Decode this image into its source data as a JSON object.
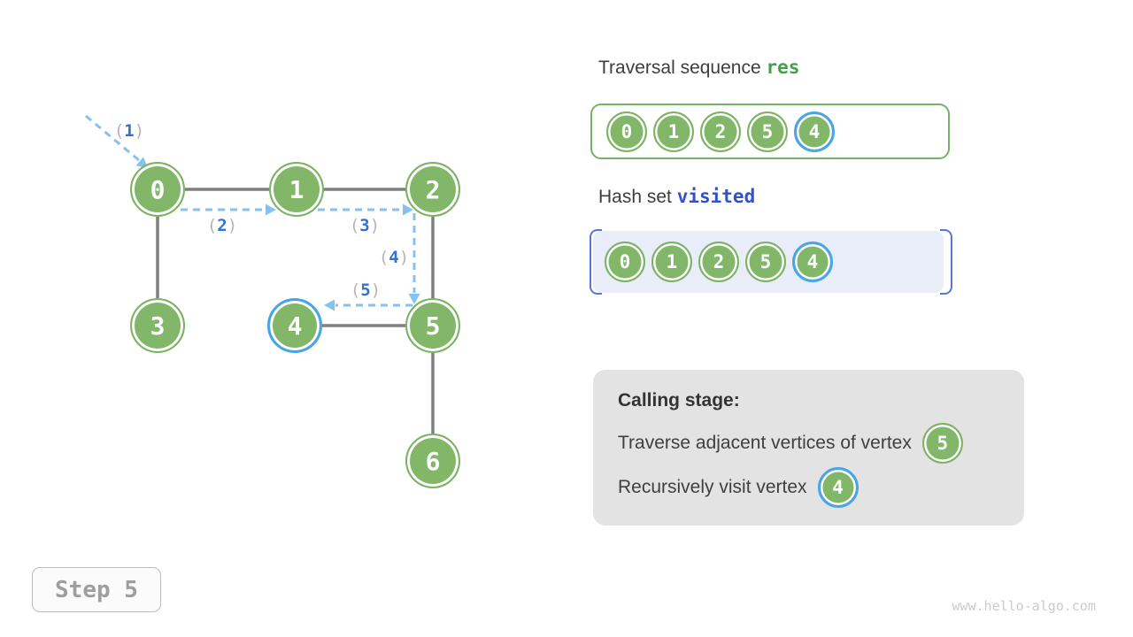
{
  "colors": {
    "node_green": "#82b76a",
    "highlight_blue": "#49a5e9",
    "traversal_arrow_blue": "#85c2ef",
    "step_number_blue": "#3273cf",
    "edge_gray": "#7f7f7f",
    "res_code_green": "#43a047",
    "visited_code_blue": "#3450cb",
    "hash_bracket_blue": "#5b74d8",
    "hash_box_bg": "#e9edf9",
    "calling_box_bg": "#e3e3e3"
  },
  "punct": {
    "open": "(",
    "close": ")"
  },
  "graph": {
    "nodes": [
      {
        "id": 0,
        "label": "0",
        "highlighted": false
      },
      {
        "id": 1,
        "label": "1",
        "highlighted": false
      },
      {
        "id": 2,
        "label": "2",
        "highlighted": false
      },
      {
        "id": 3,
        "label": "3",
        "highlighted": false
      },
      {
        "id": 4,
        "label": "4",
        "highlighted": true
      },
      {
        "id": 5,
        "label": "5",
        "highlighted": false
      },
      {
        "id": 6,
        "label": "6",
        "highlighted": false
      }
    ],
    "edges": [
      [
        0,
        1
      ],
      [
        1,
        2
      ],
      [
        0,
        3
      ],
      [
        2,
        5
      ],
      [
        4,
        5
      ],
      [
        5,
        6
      ]
    ],
    "steps": [
      {
        "label": "1"
      },
      {
        "label": "2"
      },
      {
        "label": "3"
      },
      {
        "label": "4"
      },
      {
        "label": "5"
      }
    ]
  },
  "res_section": {
    "title_plain": "Traversal sequence",
    "title_code": "res",
    "values": [
      "0",
      "1",
      "2",
      "5",
      "4"
    ],
    "highlighted_index": 4
  },
  "visited_section": {
    "title_plain": "Hash set",
    "title_code": "visited",
    "values": [
      "0",
      "1",
      "2",
      "5",
      "4"
    ],
    "highlighted_index": 4
  },
  "calling": {
    "heading": "Calling stage:",
    "lines": [
      {
        "text": "Traverse adjacent vertices of vertex",
        "node": "5",
        "node_highlighted": false
      },
      {
        "text": "Recursively visit vertex",
        "node": "4",
        "node_highlighted": true
      }
    ]
  },
  "step_button": {
    "label": "Step 5"
  },
  "watermark": "www.hello-algo.com"
}
